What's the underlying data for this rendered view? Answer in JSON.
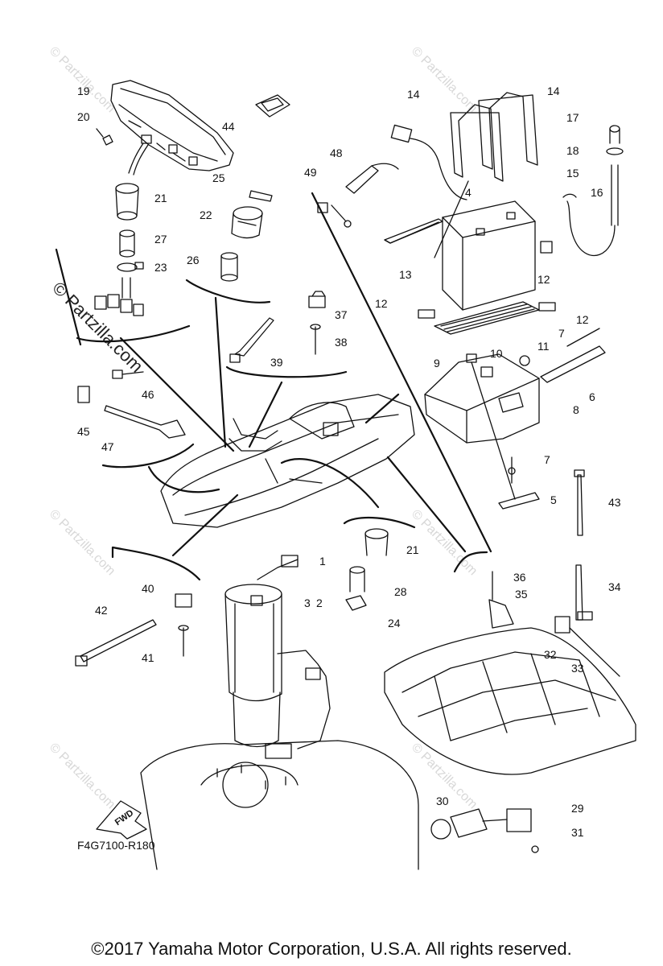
{
  "diagram_code": "F4G7100-R180",
  "copyright": "©2017  Yamaha Motor Corporation, U.S.A. All rights reserved.",
  "watermark": "© Partzilla.com",
  "fwd_label": "FWD",
  "callouts": {
    "c1": "1",
    "c2": "2",
    "c3": "3",
    "c4": "4",
    "c5": "5",
    "c6": "6",
    "c7a": "7",
    "c7b": "7",
    "c8": "8",
    "c9": "9",
    "c10": "10",
    "c11": "11",
    "c12a": "12",
    "c12b": "12",
    "c12c": "12",
    "c13": "13",
    "c14a": "14",
    "c14b": "14",
    "c15": "15",
    "c16": "16",
    "c17": "17",
    "c18": "18",
    "c19": "19",
    "c20": "20",
    "c21a": "21",
    "c21b": "21",
    "c22": "22",
    "c23": "23",
    "c24": "24",
    "c25": "25",
    "c26": "26",
    "c27": "27",
    "c28": "28",
    "c29": "29",
    "c30": "30",
    "c31": "31",
    "c32": "32",
    "c33": "33",
    "c34": "34",
    "c35": "35",
    "c36": "36",
    "c37": "37",
    "c38": "38",
    "c39": "39",
    "c40": "40",
    "c41": "41",
    "c42": "42",
    "c43": "43",
    "c44": "44",
    "c45": "45",
    "c46": "46",
    "c47": "47",
    "c48": "48",
    "c49": "49"
  },
  "colors": {
    "line": "#111111",
    "watermark": "#d8d8d8",
    "background": "#ffffff"
  }
}
